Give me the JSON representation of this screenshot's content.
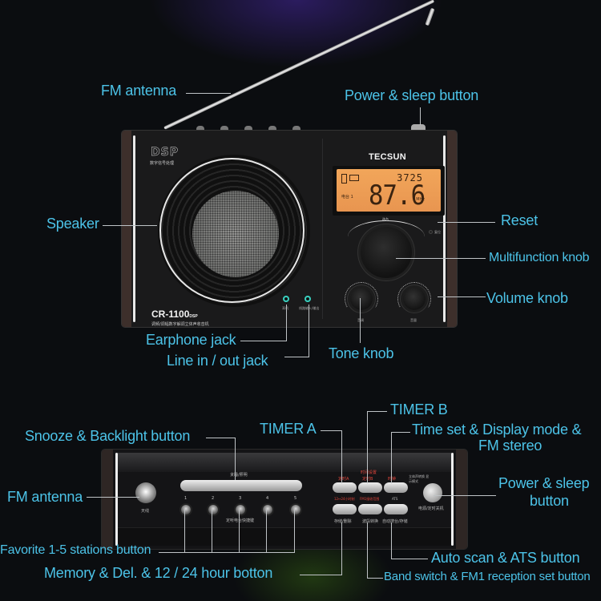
{
  "top_view": {
    "labels": {
      "fm_antenna": "FM antenna",
      "power_sleep": "Power & sleep button",
      "speaker": "Speaker",
      "reset": "Reset",
      "multifunction_knob": "Multifunction knob",
      "volume_knob": "Volume knob",
      "earphone_jack": "Earphone jack",
      "line_jack": "Line in / out jack",
      "tone_knob": "Tone knob"
    },
    "radio": {
      "brand": "TECSUN",
      "dsp_logo": "DSP",
      "dsp_subtitle": "数字信号处理",
      "model": "CR-1100",
      "model_suffix": "DSP",
      "model_subtitle": "调频/调幅数字解调立体声收音机",
      "jack_labels": [
        "耳机",
        "线路输入/输出"
      ],
      "knob_labels": {
        "tuning": "选台",
        "tone": "音调",
        "volume": "音量",
        "reset": "复位"
      },
      "lcd": {
        "small_freq": "3725",
        "big_freq": "87.6",
        "unit": "MHz",
        "memory_label": "电台 1",
        "color": "#ee9e55"
      }
    }
  },
  "front_view": {
    "labels": {
      "snooze_backlight": "Snooze & Backlight button",
      "timer_a": "TIMER A",
      "timer_b": "TIMER B",
      "time_set": "Time set & Display mode &",
      "time_set_line2": "FM stereo",
      "fm_antenna": "FM antenna",
      "power_sleep": "Power & sleep",
      "power_sleep_line2": "button",
      "favorite": "Favorite 1-5 stations button",
      "memory": "Memory & Del. & 12 / 24 hour botton",
      "auto_scan": "Auto scan & ATS button",
      "band_switch": "Band switch & FM1 reception set button"
    },
    "panel": {
      "snooze_text": "贪睡/照明",
      "favorite_numbers": [
        "1",
        "2",
        "3",
        "4",
        "5"
      ],
      "favorite_text": "定听电台快捷键",
      "antenna_text": "天线",
      "power_text": "电源/定时关机",
      "timer_group": "时间设置",
      "timer_buttons_top": [
        "定时A",
        "定时B",
        "时钟"
      ],
      "timer_buttons_bottom": [
        "12↔24小时制",
        "FM1接收范围",
        "ATS"
      ],
      "lower_buttons": [
        "存储/删除",
        "波段转换",
        "自动搜台/存储"
      ],
      "display_mode_text": "立体声转换 显示模式"
    }
  },
  "colors": {
    "label": "#4cc3e8",
    "leader_line": "#bfc3c6",
    "background": "#0b0d10",
    "jack_ring": "#39d1c0",
    "timer_red": "#e0443a"
  }
}
